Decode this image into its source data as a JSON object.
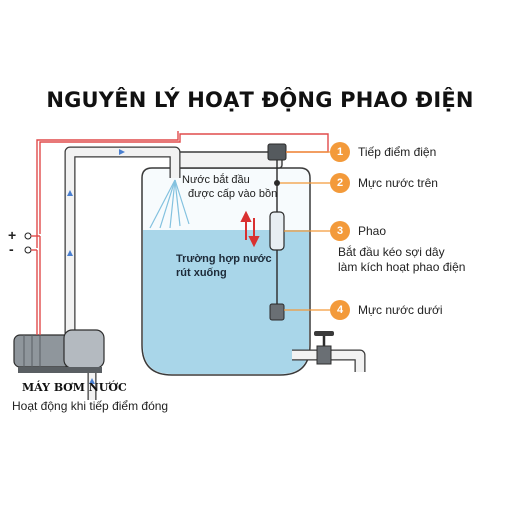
{
  "title": "NGUYÊN LÝ HOẠT ĐỘNG PHAO ĐIỆN",
  "legend": [
    {
      "number": "1",
      "label": "Tiếp điểm điện"
    },
    {
      "number": "2",
      "label": "Mực nước trên"
    },
    {
      "number": "3",
      "label": "Phao"
    },
    {
      "number": "4",
      "label": "Mực nước dưới"
    }
  ],
  "float_note": [
    "Bắt đầu kéo sợi dây",
    "làm kích hoạt phao điện"
  ],
  "inflow_note": [
    "Nước bắt đầu",
    "được cấp vào bồn"
  ],
  "water_note": [
    "Trường hợp nước",
    "rút xuống"
  ],
  "pump": {
    "label": "MÁY BƠM NƯỚC",
    "note": "Hoạt động khi tiếp điểm đóng"
  },
  "terminals": {
    "plus": "+",
    "minus": "-"
  },
  "colors": {
    "wire": "#e04b4b",
    "water": "#a9d6e9",
    "badge": "#f39a3a",
    "pipe": "#f2f2f2"
  }
}
